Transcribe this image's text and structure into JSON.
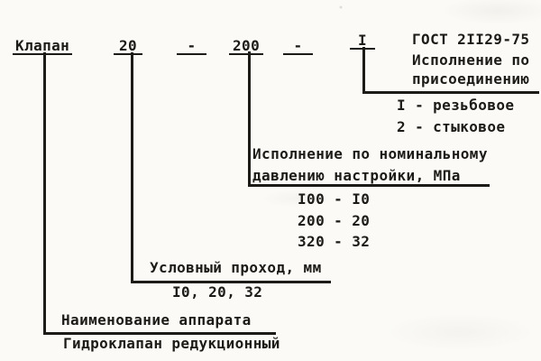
{
  "page_type": "designation-structure-diagram",
  "designation": {
    "name": "Клапан",
    "bore_code": "20",
    "separator1": "-",
    "pressure_code": "200",
    "separator2": "-",
    "connection_code": "I",
    "standard": "ГОСТ 2II29-75"
  },
  "connection_callout": {
    "title_line1": "Исполнение по",
    "title_line2": "присоединению",
    "option1": "I - резьбовое",
    "option2": "2 - стыковое"
  },
  "pressure_callout": {
    "title_line1": "Исполнение по номинальному",
    "title_line2": "давлению настройки, МПа",
    "option1": "I00 - I0",
    "option2": "200 - 20",
    "option3": "320 - 32"
  },
  "bore_callout": {
    "title": "Условный проход, мм",
    "values": "I0, 20, 32"
  },
  "name_callout": {
    "title": "Наименование аппарата",
    "value": "Гидроклапан редукционный"
  },
  "colors": {
    "ink": "#1d1b18",
    "paper": "#fbfaf6"
  }
}
